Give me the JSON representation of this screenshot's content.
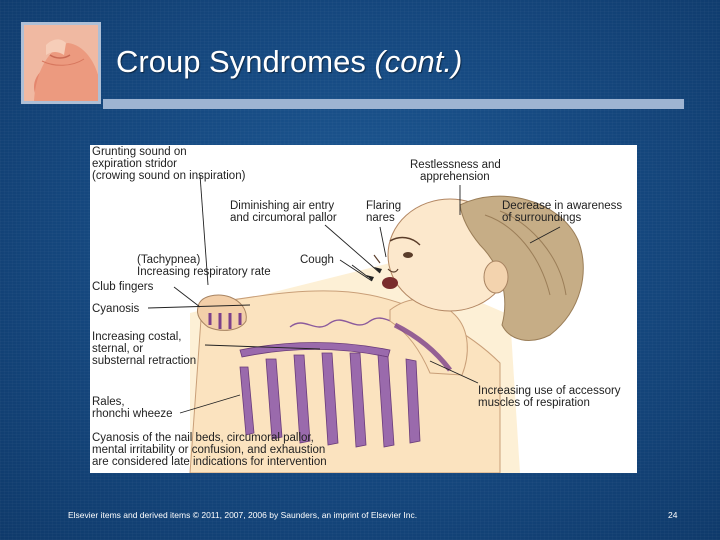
{
  "slide": {
    "title_main": "Croup Syndromes",
    "title_suffix": "(cont.)",
    "footer": "Elsevier items and derived items © 2011, 2007, 2006 by Saunders, an imprint of Elsevier Inc.",
    "page_number": "24"
  },
  "figure": {
    "labels": {
      "grunting": [
        "Grunting sound on",
        "expiration stridor",
        "(crowing sound on inspiration)"
      ],
      "restlessness": [
        "Restlessness and",
        "apprehension"
      ],
      "diminishing": [
        "Diminishing air entry",
        "and circumoral pallor"
      ],
      "flaring": [
        "Flaring",
        "nares"
      ],
      "awareness": [
        "Decrease in awareness",
        "of surroundings"
      ],
      "tachypnea": [
        "(Tachypnea)",
        "Increasing respiratory rate"
      ],
      "cough": "Cough",
      "club": "Club fingers",
      "cyanosis": "Cyanosis",
      "retraction": [
        "Increasing costal,",
        "sternal, or",
        "substernal retraction"
      ],
      "accessory": [
        "Increasing use of accessory",
        "muscles of respiration"
      ],
      "rales": [
        "Rales,",
        "rhonchi wheeze"
      ],
      "late": [
        "Cyanosis of the nail beds, circumoral pallor,",
        "mental irritability or confusion, and exhaustion",
        "are considered late indications for intervention"
      ]
    }
  },
  "colors": {
    "background": "#164a82",
    "title_bar": "#9eb4d2",
    "thumb_border": "#aebfd6",
    "skin": "#fbe3bf",
    "ribs": "#8b5a9c"
  }
}
